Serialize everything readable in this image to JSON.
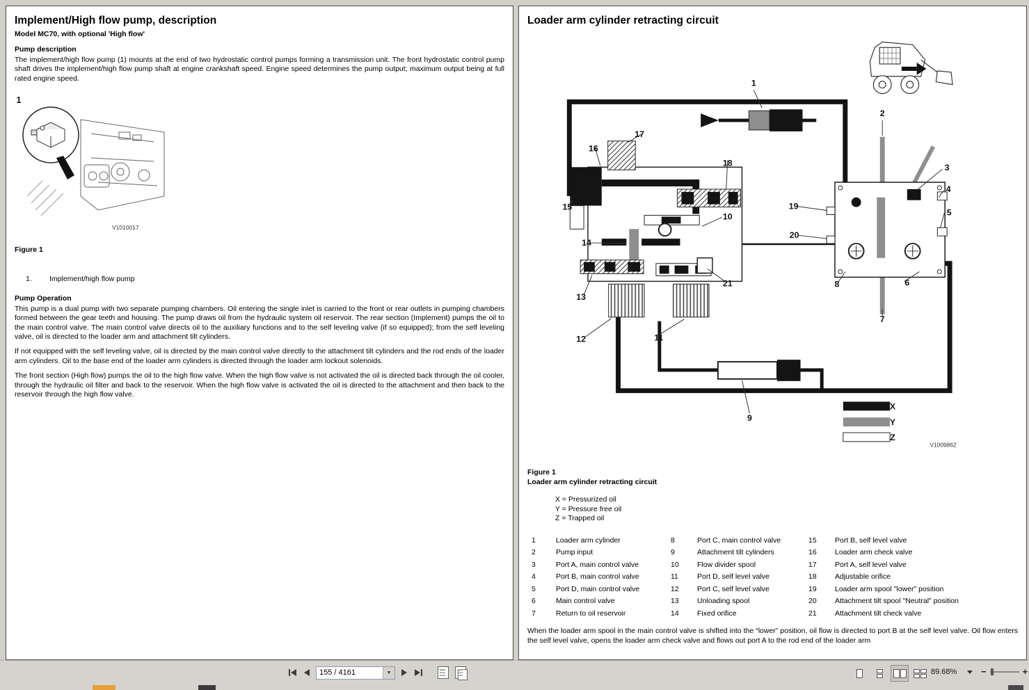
{
  "left_page": {
    "title": "Implement/High flow pump, description",
    "subtitle": "Model MC70, with optional 'High flow'",
    "pump_description": {
      "heading": "Pump description",
      "body": "The implement/high flow pump (1) mounts at the end of two hydrostatic control pumps forming a transmission unit. The front hydrostatic control pump shaft drives the implement/high flow pump shaft at engine crankshaft speed. Engine speed determines the pump output; maximum output being at full rated engine speed."
    },
    "figure": {
      "callout": "1",
      "code": "V1010017",
      "label": "Figure 1"
    },
    "item_list": [
      {
        "num": "1.",
        "label": "Implement/high flow pump"
      }
    ],
    "pump_operation": {
      "heading": "Pump Operation",
      "p1": "This pump is a dual pump with two separate pumping chambers. Oil entering the single inlet is carried to the front or rear outlets in pumping chambers formed between the gear teeth and housing. The pump draws oil from the hydraulic system oil reservoir. The rear section (Implement) pumps the oil to the main control valve. The main control valve directs oil to the auxiliary functions and to the self leveling valve (if so equipped); from the self leveling valve, oil is directed to the loader arm and attachment tilt cylinders.",
      "p2": "If not equipped with the self leveling valve, oil is directed by the main control valve directly to the attachment tilt cylinders and the rod ends of the loader arm cylinders. Oil to the base end of the loader arm cylinders is directed through the loader arm lockout solenoids.",
      "p3": "The front section (High flow) pumps the oil to the high flow valve. When the high flow valve is not activated the oil is directed back through the oil cooler, through the hydraulic oil filter and back to the reservoir. When the high flow valve is activated the oil is directed to the attachment and then back to the reservoir through the high flow valve."
    }
  },
  "right_page": {
    "title": "Loader arm cylinder retracting circuit",
    "figure": {
      "label": "Figure 1",
      "caption": "Loader arm cylinder retracting circuit",
      "code": "V1009862"
    },
    "legend_lines": [
      "X = Pressurized oil",
      "Y = Pressure free oil",
      "Z = Trapped oil"
    ],
    "diagram": {
      "callouts": [
        "1",
        "2",
        "3",
        "4",
        "5",
        "6",
        "7",
        "8",
        "9",
        "10",
        "11",
        "12",
        "13",
        "14",
        "15",
        "16",
        "17",
        "18",
        "19",
        "20",
        "21"
      ],
      "legend_keys": [
        "X",
        "Y",
        "Z"
      ],
      "colors": {
        "pressurized_oil": "#141414",
        "pressure_free_oil": "#8e8e8e",
        "trapped_oil": "#ffffff"
      }
    },
    "parts_columns": [
      [
        {
          "num": "1",
          "label": "Loader arm cylinder"
        },
        {
          "num": "2",
          "label": "Pump input"
        },
        {
          "num": "3",
          "label": "Port A, main control valve"
        },
        {
          "num": "4",
          "label": "Port B, main control valve"
        },
        {
          "num": "5",
          "label": "Port D, main control valve"
        },
        {
          "num": "6",
          "label": "Main control valve"
        },
        {
          "num": "7",
          "label": "Return to oil reservoir"
        }
      ],
      [
        {
          "num": "8",
          "label": "Port C, main control valve"
        },
        {
          "num": "9",
          "label": "Attachment tilt cylinders"
        },
        {
          "num": "10",
          "label": "Flow divider spool"
        },
        {
          "num": "11",
          "label": "Port D, self level valve"
        },
        {
          "num": "12",
          "label": "Port C, self level valve"
        },
        {
          "num": "13",
          "label": "Unloading spool"
        },
        {
          "num": "14",
          "label": "Fixed orifice"
        }
      ],
      [
        {
          "num": "15",
          "label": "Port B, self level valve"
        },
        {
          "num": "16",
          "label": "Loader arm check valve"
        },
        {
          "num": "17",
          "label": "Port A, self level valve"
        },
        {
          "num": "18",
          "label": "Adjustable orifice"
        },
        {
          "num": "19",
          "label": "Loader arm spool \"lower\" position"
        },
        {
          "num": "20",
          "label": "Attachment tilt spool \"Neutral\" position"
        },
        {
          "num": "21",
          "label": "Attachment tilt check valve"
        }
      ]
    ],
    "paragraph": "When the loader arm spool in the main control valve is shifted into the “lower” position, oil flow is directed to port B at the self level valve. Oil flow enters the self level valve, opens the loader arm check valve and flows out port A to the rod end of the loader arm"
  },
  "toolbar": {
    "page_field": "155 / 4161",
    "zoom_level": "89.68%",
    "combo_arrow_glyph": "▼",
    "zoom_out_glyph": "−",
    "zoom_in_glyph": "+",
    "icon_names": [
      "first-page",
      "previous-page",
      "next-page",
      "last-page",
      "previous-view",
      "next-view",
      "single-page-view",
      "continuous-view",
      "facing-view",
      "facing-continuous-view",
      "zoom-out",
      "zoom-in"
    ]
  }
}
